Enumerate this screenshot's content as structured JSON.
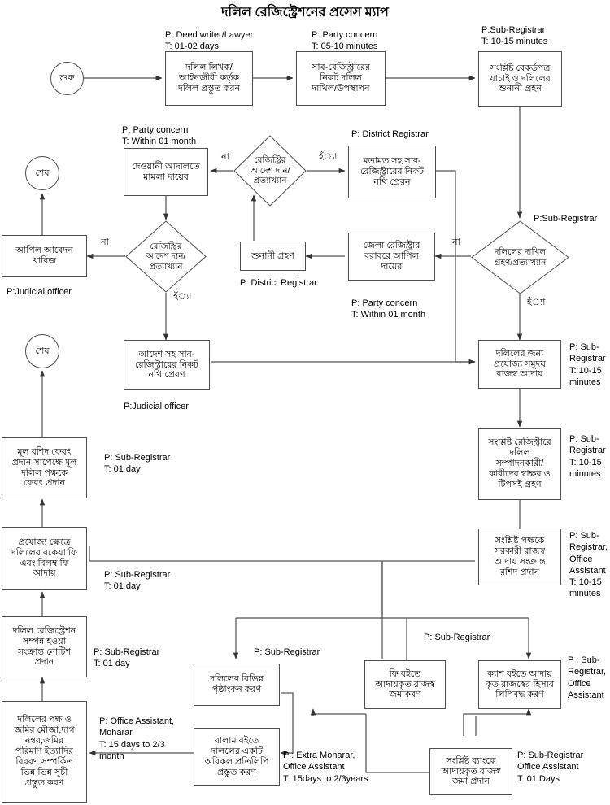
{
  "title": "দলিল রেজিস্ট্রেশনের প্রসেস ম্যাপ",
  "diagram_type": "flowchart",
  "terminators": {
    "start": "শুরু",
    "end_1": "শেষ",
    "end_2": "শেষ"
  },
  "nodes": {
    "n1": "দলিল লিখক/\nআইনজীবী কর্তৃক\nদলিল প্রস্তুত করন",
    "n2": "সাব-রেজিস্ট্রারের\nনিকট দলিল\nদাখিল/উপস্থাপন",
    "n3": "সংশ্লিষ্ট রেকর্ডপত্র\nযাচাই ও দলিলের\nশুনানী গ্রহন",
    "n4": "দেওয়ানী আদালতে\nমামলা দায়ের",
    "n5": "মতামত সহ সাব-\nরেজিস্ট্রারের নিকট\nনথি প্রেরন",
    "n6": "আপিল আবেদন\nখারিজ",
    "n7": "শুনানী গ্রহণ",
    "n8": "জেলা রেজিস্ট্রার\nবরাবরে আপিল\nদায়ের",
    "n9": "আদেশ সহ সাব-\nরেজিস্ট্রারের নিকট\nনথি প্রেরণ",
    "n10": "দলিলের জন্য\nপ্রযোজ্য সমুদয়\nরাজস্ব আদায়",
    "n11": "সংশ্লিষ্ট রেজিস্ট্রারে\nদলিল\nসম্পাদনকারী/\nকারীদের স্বাক্ষর ও\nটিপসই গ্রহণ",
    "n12": "মূল রশিদ ফেরৎ\nপ্রদান সাপেক্ষে মূল\nদলিল পক্ষকে\nফেরৎ প্রদান",
    "n13": "সংশ্লিষ্ট পক্ষকে\nসরকারী রাজস্ব\nআদায় সংক্রান্ত\nরশিদ প্রদান",
    "n14": "প্রযোজ্য ক্ষেত্রে\nদলিলের বকেয়া ফি\nএবং বিলম্ব ফি\nআদায়",
    "n15": "দলিল রেজিস্ট্রেশন\nসম্পন্ন হওয়া\nসংক্রান্ত নোটিশ\nপ্রদান",
    "n16": "দলিলের বিভিন্ন\nপৃষ্ঠাংকন করণ",
    "n17": "ফি বইতে\nআদায়কৃত রাজস্ব\nজমাকরণ",
    "n18": "ক্যাশ বইতে আদায়\nকৃত রাজস্বের হিসাব\nলিপিবদ্ধ করণ",
    "n19": "দলিলের পক্ষ ও\nজমির মৌজা,দাগ\nনম্বর,জমির\nপরিমাণ ইত্যাদির\nবিবরণ সম্পর্কিত\nভিন্ন ভিন্ন সূচী\nপ্রস্তুত করণ",
    "n20": "বালাম বইতে\nদলিলের একটি\nঅবিকল প্রতিলিপি\nপ্রস্তুত করণ",
    "n21": "সংশ্লিষ্ট ব্যাংকে\nআদায়কৃত রাজস্ব\nজমা প্রদান"
  },
  "decisions": {
    "d1": "রেজিস্ট্রির\nআদেশ দান/\nপ্রত্যাখ্যান",
    "d2": "রেজিস্ট্রির\nআদেশ দান/\nপ্রত্যাখ্যান",
    "d3": "দলিলের দাখিল\nগ্রহণ/প্রত্যাখ্যান"
  },
  "annotations": {
    "a1": "P: Deed writer/Lawyer\nT: 01-02 days",
    "a2": "P: Party concern\nT: 05-10 minutes",
    "a3": "P:Sub-Registrar\nT: 10-15 minutes",
    "a4": "P: Party concern\nT: Within 01 month",
    "a5": "P: District Registrar",
    "a6": "P:Sub-Registrar",
    "a7": "P:Judicial officer",
    "a8": "P: District Registrar",
    "a9": "P: Party concern\nT: Within 01 month",
    "a10": "P:Judicial officer",
    "a11": "P: Sub-\nRegistrar\nT: 10-15\nminutes",
    "a12": "P: Sub-\nRegistrar\nT: 10-15\nminutes",
    "a13": "P: Sub-Registrar\nT: 01 day",
    "a14": "P: Sub-\nRegistrar,\nOffice\nAssistant\nT: 10-15\nminutes",
    "a15": "P: Sub-Registrar\nT: 01 day",
    "a16": "P: Sub-Registrar\nT: 01 day",
    "a17": "P: Sub-Registrar",
    "a18": "P: Sub-Registrar",
    "a19": "P : Sub-\nRegistrar,\nOffice\nAssistant",
    "a20": "P: Office Assistant,\nMoharar\nT: 15 days to 2/3\nmonth",
    "a21": "P : Extra Moharar,\nOffice Assistant\nT: 15days to 2/3years",
    "a22": "P: Sub-Registrar\nOffice Assistant\nT: 01 Days"
  },
  "edge_labels": {
    "no_1": "না",
    "yes_1": "হঁ্যা",
    "no_2": "না",
    "yes_2": "হঁ্যা",
    "no_3": "না",
    "yes_3": "হঁ্যা"
  },
  "colors": {
    "stroke": "#4d4d4d",
    "line": "#555555",
    "text": "#000000",
    "background": "#ffffff"
  }
}
